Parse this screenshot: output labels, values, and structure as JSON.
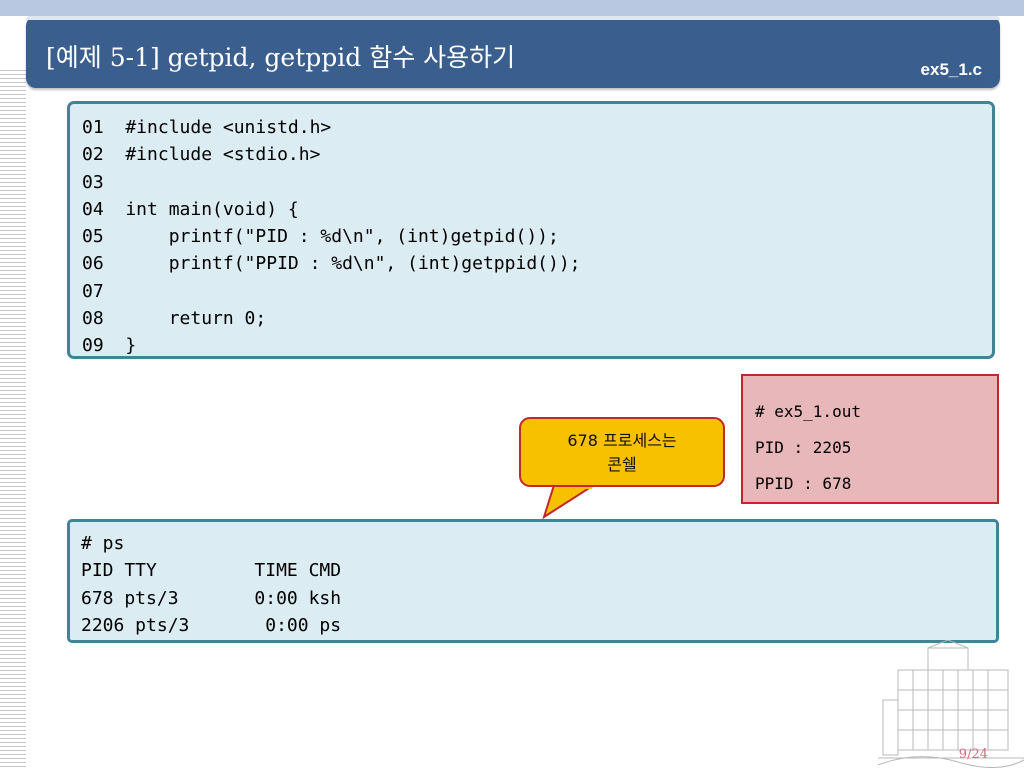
{
  "slide": {
    "title": "[예제 5-1] getpid, getppid 함수 사용하기",
    "file_label": "ex5_1.c",
    "page_number": "9/24"
  },
  "code": {
    "lines": [
      "01  #include <unistd.h>",
      "02  #include <stdio.h>",
      "03",
      "04  int main(void) {",
      "05      printf(\"PID : %d\\n\", (int)getpid());",
      "06      printf(\"PPID : %d\\n\", (int)getppid());",
      "07",
      "08      return 0;",
      "09  }"
    ]
  },
  "output": {
    "lines": [
      "# ex5_1.out",
      "PID : 2205",
      "PPID : 678"
    ]
  },
  "callout": {
    "line1": "678 프로세스는",
    "line2": "콘쉘"
  },
  "ps": {
    "lines": [
      "# ps",
      "PID TTY         TIME CMD",
      "678 pts/3       0:00 ksh",
      "2206 pts/3       0:00 ps"
    ]
  },
  "colors": {
    "title_bar": "#3a5e8e",
    "code_bg": "#dbecf2",
    "code_border": "#3f8596",
    "output_bg": "#e8b7b9",
    "output_border": "#c0282e",
    "callout_bg": "#f8c100"
  }
}
